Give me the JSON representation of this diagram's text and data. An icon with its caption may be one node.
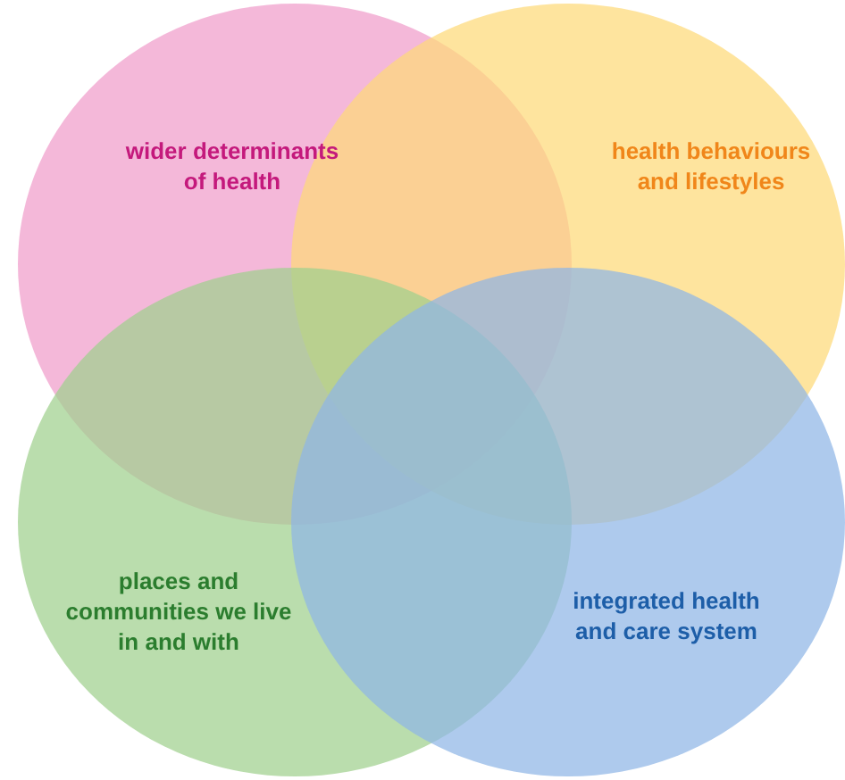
{
  "diagram": {
    "nodes": [
      {
        "text": [
          "wider determinants of health"
        ]
      },
      {
        "text": [
          "health behaviours and lifestyles"
        ]
      },
      {
        "text": [
          "places and communities we live in and with"
        ]
      },
      {
        "text": [
          "integrated health and care system"
        ]
      }
    ]
  }
}
